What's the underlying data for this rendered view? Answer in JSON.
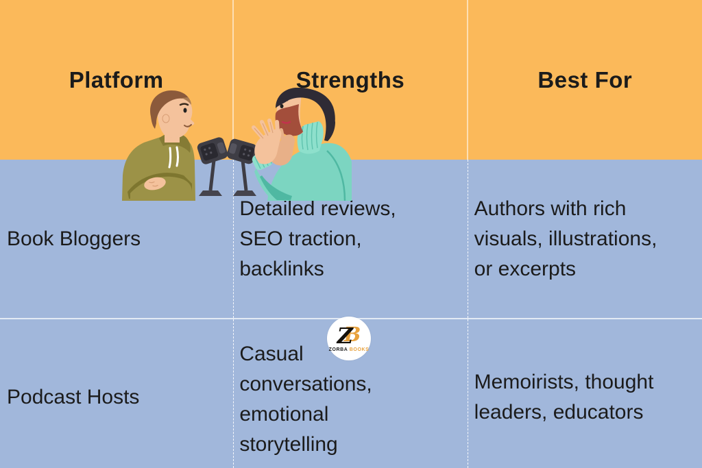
{
  "table": {
    "columns": [
      "Platform",
      "Strengths",
      "Best For"
    ],
    "rows": [
      {
        "platform": [
          "Book Bloggers"
        ],
        "strengths": [
          "Detailed reviews,",
          "SEO traction,",
          "backlinks"
        ],
        "best_for": [
          "Authors with rich",
          "visuals, illustrations,",
          "or excerpts"
        ]
      },
      {
        "platform": [
          "Podcast Hosts"
        ],
        "strengths": [
          "Casual",
          "conversations,",
          "emotional",
          "storytelling"
        ],
        "best_for": [
          "Memoirists, thought",
          "leaders, educators"
        ]
      }
    ]
  },
  "logo": {
    "monogram_z": "Z",
    "monogram_b": "B",
    "wordmark_primary": "ZORBA",
    "wordmark_accent": "BOOKS"
  },
  "illustration": {
    "name": "podcast-interview-illustration",
    "alt": "Two men talking into microphones"
  },
  "colors": {
    "header_bg": "#FBB95A",
    "body_bg": "#A1B7DB",
    "text": "#1B1B1B",
    "logo_accent": "#E8A13C",
    "divider": "rgba(255,255,255,0.7)"
  },
  "chart_data": {
    "type": "table",
    "columns": [
      "Platform",
      "Strengths",
      "Best For"
    ],
    "rows": [
      [
        "Book Bloggers",
        "Detailed reviews, SEO traction, backlinks",
        "Authors with rich visuals, illustrations, or excerpts"
      ],
      [
        "Podcast Hosts",
        "Casual conversations, emotional storytelling",
        "Memoirists, thought leaders, educators"
      ]
    ]
  }
}
